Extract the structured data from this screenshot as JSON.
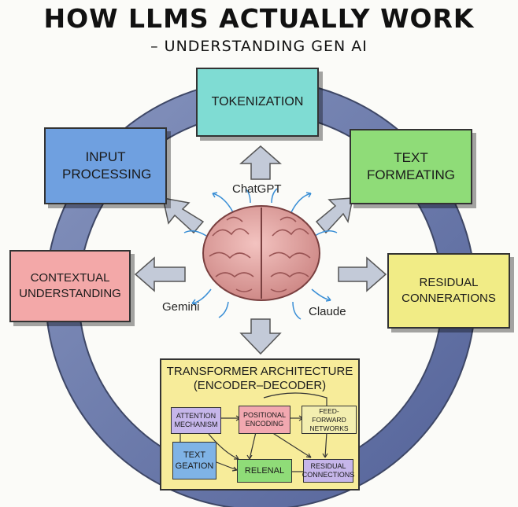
{
  "title": "HOW LLMS ACTUALLY WORK",
  "subtitle": "– UNDERSTANDING GEN AI",
  "stages": {
    "tokenization": "TOKENIZATION",
    "input_processing": "INPUT PROCESSING",
    "text_formatting": "TEXT FORMEATING",
    "contextual_understanding": "CONTEXTUAL UNDERSTANDING",
    "residual_connections": "RESIDUAL CONNERATIONS"
  },
  "brands": {
    "chatgpt": "ChatGPT",
    "gemini": "Gemini",
    "claude": "Claude"
  },
  "transformer": {
    "title": "TRANSFORMER ARCHITECTURE (ENCODER–DECODER)",
    "components": {
      "attention": "ATTENTION MECHANISM",
      "positional": "POSITIONAL ENCODING",
      "feed_forward": "FEED-FORWARD NETWORKS",
      "text_generation": "TEXT GEATION",
      "relenal": "RELENAL",
      "residual": "RESIDUAL CONNECTIONS"
    }
  },
  "colors": {
    "ring": "#6f7fae",
    "tokenization": "#7fdcd3",
    "input_processing": "#6fa0e0",
    "text_formatting": "#8fdc78",
    "contextual_understanding": "#f3a8a8",
    "residual_connections": "#f1ec86",
    "transformer": "#f7ec9a",
    "brain": "#e8a6a4"
  }
}
